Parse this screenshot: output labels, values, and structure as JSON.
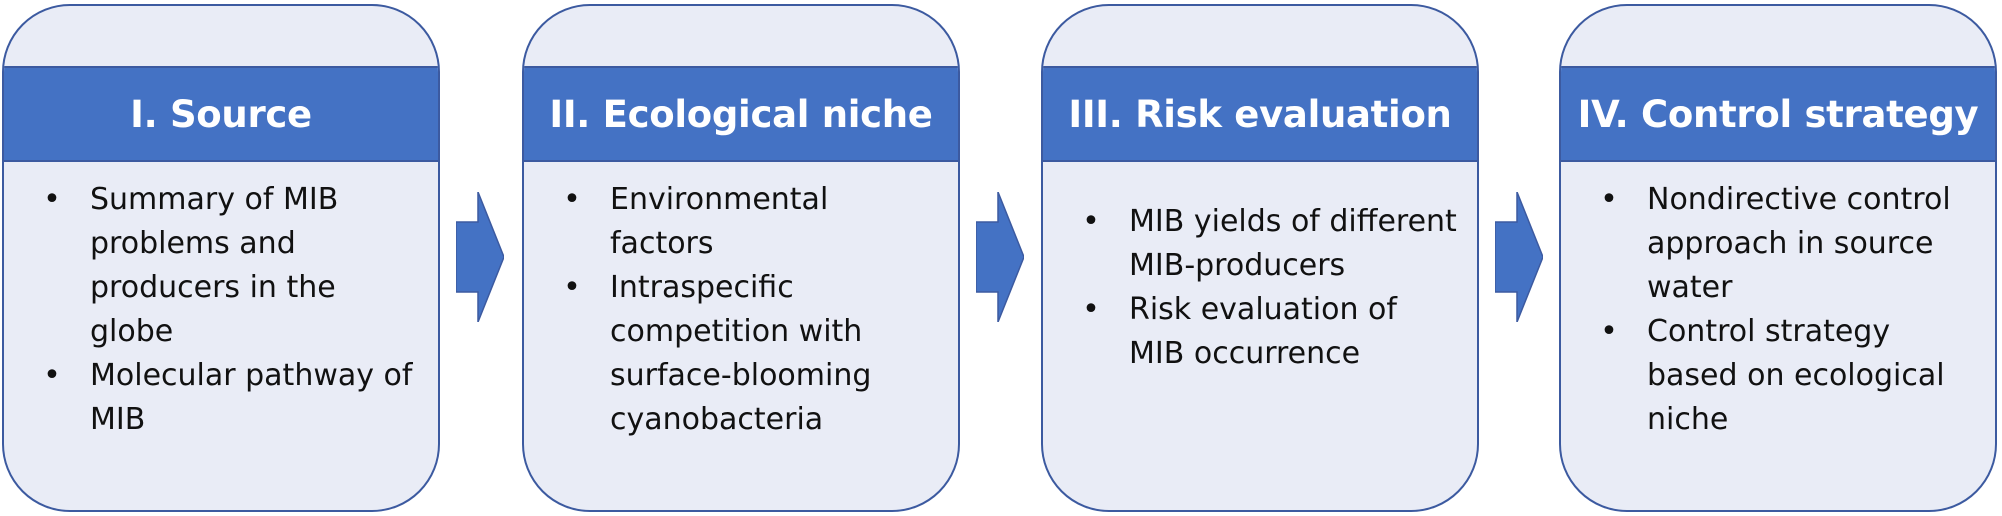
{
  "colors": {
    "card_fill": "#e9ecf6",
    "header_fill": "#4472c4",
    "border": "#3c5aa0",
    "arrow_fill": "#4472c4",
    "header_text": "#ffffff",
    "body_text": "#111111"
  },
  "bullet_glyph": "•",
  "steps": [
    {
      "title": "I. Source",
      "bullets": [
        "Summary of MIB problems and producers in the globe",
        "Molecular pathway of MIB"
      ]
    },
    {
      "title": "II. Ecological niche",
      "bullets": [
        "Environmental factors",
        "Intraspecific competition with surface-blooming cyanobacteria"
      ]
    },
    {
      "title": "III. Risk evaluation",
      "bullets": [
        "MIB yields of different MIB-producers",
        "Risk evaluation of MIB occurrence"
      ]
    },
    {
      "title": "IV. Control strategy",
      "bullets": [
        "Nondirective control approach in source water",
        "Control strategy based on ecological niche"
      ]
    }
  ]
}
